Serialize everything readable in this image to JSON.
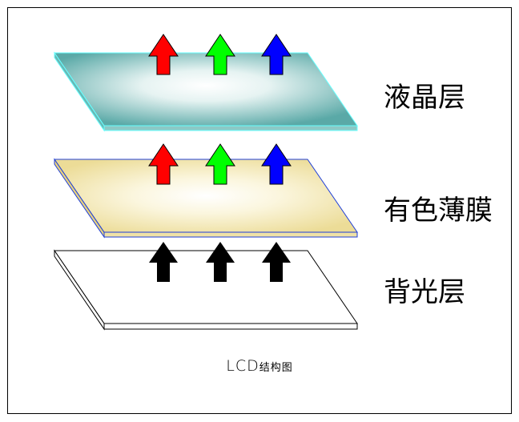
{
  "layers": [
    {
      "id": "liquid-crystal",
      "label": "液晶层",
      "arrows": [
        "red",
        "green",
        "blue"
      ]
    },
    {
      "id": "color-filter",
      "label": "有色薄膜",
      "arrows": [
        "red",
        "green",
        "blue"
      ]
    },
    {
      "id": "backlight",
      "label": "背光层",
      "arrows": [
        "black",
        "black",
        "black"
      ]
    }
  ],
  "caption": {
    "en": "LCD",
    "zh": "结构图"
  },
  "colors": {
    "red": "#ff0000",
    "green": "#00ff00",
    "blue": "#0000ff",
    "black": "#000000",
    "lc_fill": "#5ab3b0",
    "lc_edge": "#66ffff",
    "cf_fill": "#efe2a6",
    "cf_edge": "#1f3fd9"
  }
}
